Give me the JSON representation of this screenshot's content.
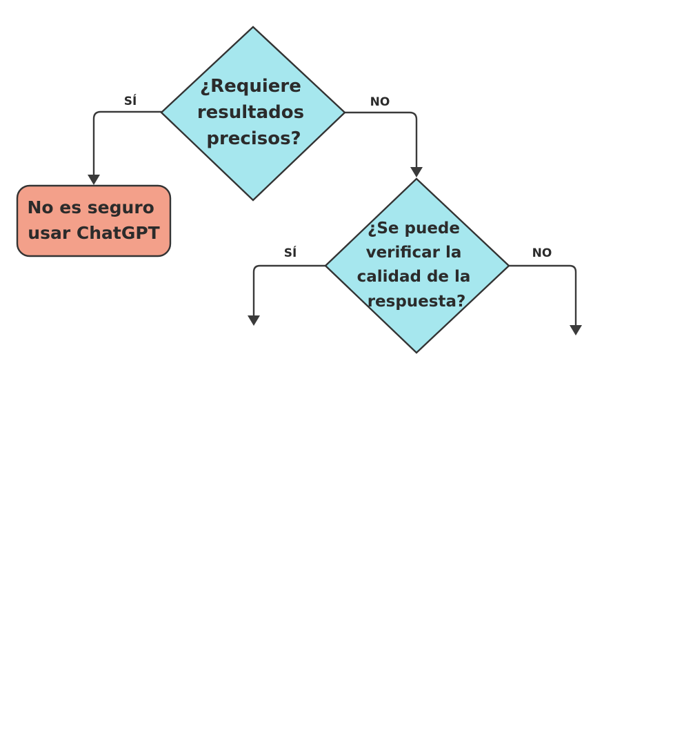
{
  "colors": {
    "decision_fill": "#a6e7ee",
    "terminal_fill": "#f3a08a",
    "line": "#3a3a3a",
    "text": "#2b2b2b"
  },
  "decision_1": {
    "lines": [
      "¿Requiere",
      "resultados",
      "precisos?"
    ],
    "yes_label": "SÍ",
    "no_label": "NO"
  },
  "terminal_1": {
    "lines": [
      "No es seguro",
      "usar ChatGPT"
    ]
  },
  "decision_2": {
    "lines": [
      "¿Se puede",
      "verificar la",
      "calidad de la",
      "respuesta?"
    ],
    "yes_label": "SÍ",
    "no_label": "NO"
  }
}
